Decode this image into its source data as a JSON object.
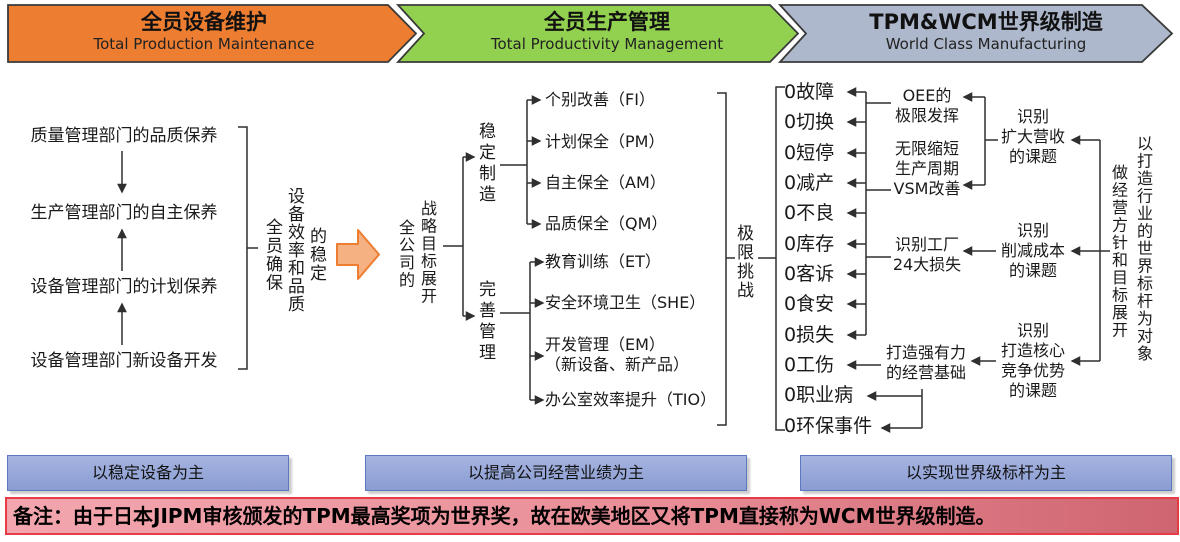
{
  "headers": [
    {
      "title": "全员设备维护",
      "subtitle": "Total Production Maintenance"
    },
    {
      "title": "全员生产管理",
      "subtitle": "Total Productivity Management"
    },
    {
      "title": "TPM&WCM世界级制造",
      "subtitle": "World Class Manufacturing"
    }
  ],
  "left": {
    "maintenance_items": [
      "质量管理部门的品质保养",
      "生产管理部门的自主保养",
      "设备管理部门的计划保养",
      "设备管理部门新设备开发"
    ],
    "vertical_note": {
      "col_left": "全员确保",
      "col_mid": "设备效率和品质",
      "col_right": "的稳定"
    },
    "bottom_box": "以稳定设备为主"
  },
  "middle": {
    "goal": {
      "col_left": "全公司的",
      "col_right": "战略目标展开"
    },
    "branch_top": "稳定制造",
    "branch_bottom": "完善管理",
    "pillars_top": [
      "个别改善（FI）",
      "计划保全（PM）",
      "自主保全（AM）",
      "品质保全（QM）"
    ],
    "pillars_bottom": [
      "教育训练（ET）",
      "安全环境卫生（SHE）",
      "开发管理（EM）",
      "（新设备、新产品）",
      "办公室效率提升（TIO）"
    ],
    "challenge": "极限挑战",
    "bottom_box": "以提高公司经营业绩为主"
  },
  "right": {
    "zero_items": [
      "0故障",
      "0切换",
      "0短停",
      "0减产",
      "0不良",
      "0库存",
      "0客诉",
      "0食安",
      "0损失",
      "0工伤",
      "0职业病",
      "0环保事件"
    ],
    "oee_block": [
      "OEE的",
      "极限发挥"
    ],
    "vsm_block": [
      "无限缩短",
      "生产周期",
      "VSM改善"
    ],
    "losses_block": [
      "识别工厂",
      "24大损失"
    ],
    "foundation_block": [
      "打造强有力",
      "的经营基础"
    ],
    "topic_revenue": [
      "识别",
      "扩大营收",
      "的课题"
    ],
    "topic_cost": [
      "识别",
      "削减成本",
      "的课题"
    ],
    "topic_core": [
      "识别",
      "打造核心",
      "竞争优势",
      "的课题"
    ],
    "vertical_note": {
      "col_right": "以打造行业的世界标杆为对象",
      "col_left": "做经营方针和目标展开"
    },
    "bottom_box": "以实现世界级标杆为主"
  },
  "note_bar": "备注：由于日本JIPM审核颁发的TPM最高奖项为世界奖，故在欧美地区又将TPM直接称为WCM世界级制造。",
  "colors": {
    "header_orange": "#ED7D31",
    "header_green": "#92D050",
    "header_gray_blue": "#AEB8CC",
    "flow_arrow_fill": "#F6B183",
    "flow_arrow_border": "#ED7D31",
    "bottom_box_blue": "#92A4D8",
    "note_bg_left": "#F3A6AE",
    "note_bg_right": "#CE6570",
    "note_border": "#E63C46"
  }
}
